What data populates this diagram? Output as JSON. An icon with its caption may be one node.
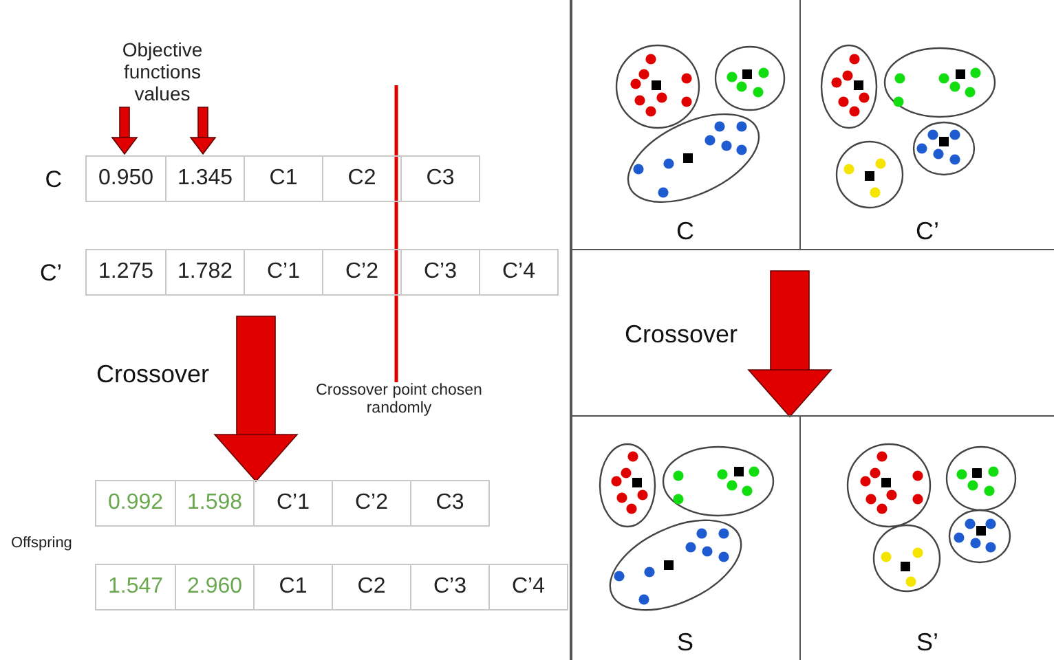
{
  "diagram": {
    "nodes": [
      {
        "text": [
          "Objective functions values"
        ]
      },
      {
        "text": [
          "C"
        ]
      },
      {
        "text": [
          "0.950"
        ],
        "in": 1
      },
      {
        "text": [
          "1.345"
        ],
        "in": 1
      },
      {
        "text": [
          "C1"
        ],
        "in": 1
      },
      {
        "text": [
          "C2"
        ],
        "in": 1
      },
      {
        "text": [
          "C3"
        ],
        "in": 1
      },
      {
        "text": [
          "C’"
        ]
      },
      {
        "text": [
          "1.275"
        ],
        "in": 7
      },
      {
        "text": [
          "1.782"
        ],
        "in": 7
      },
      {
        "text": [
          "C’1"
        ],
        "in": 7
      },
      {
        "text": [
          "C’2"
        ],
        "in": 7
      },
      {
        "text": [
          "C’3"
        ],
        "in": 7
      },
      {
        "text": [
          "C’4"
        ],
        "in": 7
      },
      {
        "text": [
          "Crossover point chosen randomly"
        ]
      },
      {
        "text": [
          "0.992",
          "1.598",
          "C’1",
          "C’2",
          "C3"
        ]
      },
      {
        "text": [
          "1.547",
          "2.960",
          "C1",
          "C2",
          "C’3",
          "C’4"
        ]
      },
      {
        "text": [
          "C",
          "C’"
        ]
      },
      {
        "text": [
          "S",
          "S’"
        ]
      }
    ],
    "edges": [
      {
        "from": 0,
        "to": 2,
        "arrow": "to"
      },
      {
        "from": 0,
        "to": 3,
        "arrow": "to"
      },
      {
        "from": 7,
        "to": 15,
        "arrow": "to",
        "label": "Crossover",
        "style": "thick"
      },
      {
        "from": 14,
        "to": null,
        "arrow": "none"
      },
      {
        "from": 17,
        "to": 18,
        "arrow": "to",
        "label": "Crossover",
        "style": "thick"
      }
    ],
    "labels": [
      "Offspring"
    ]
  }
}
